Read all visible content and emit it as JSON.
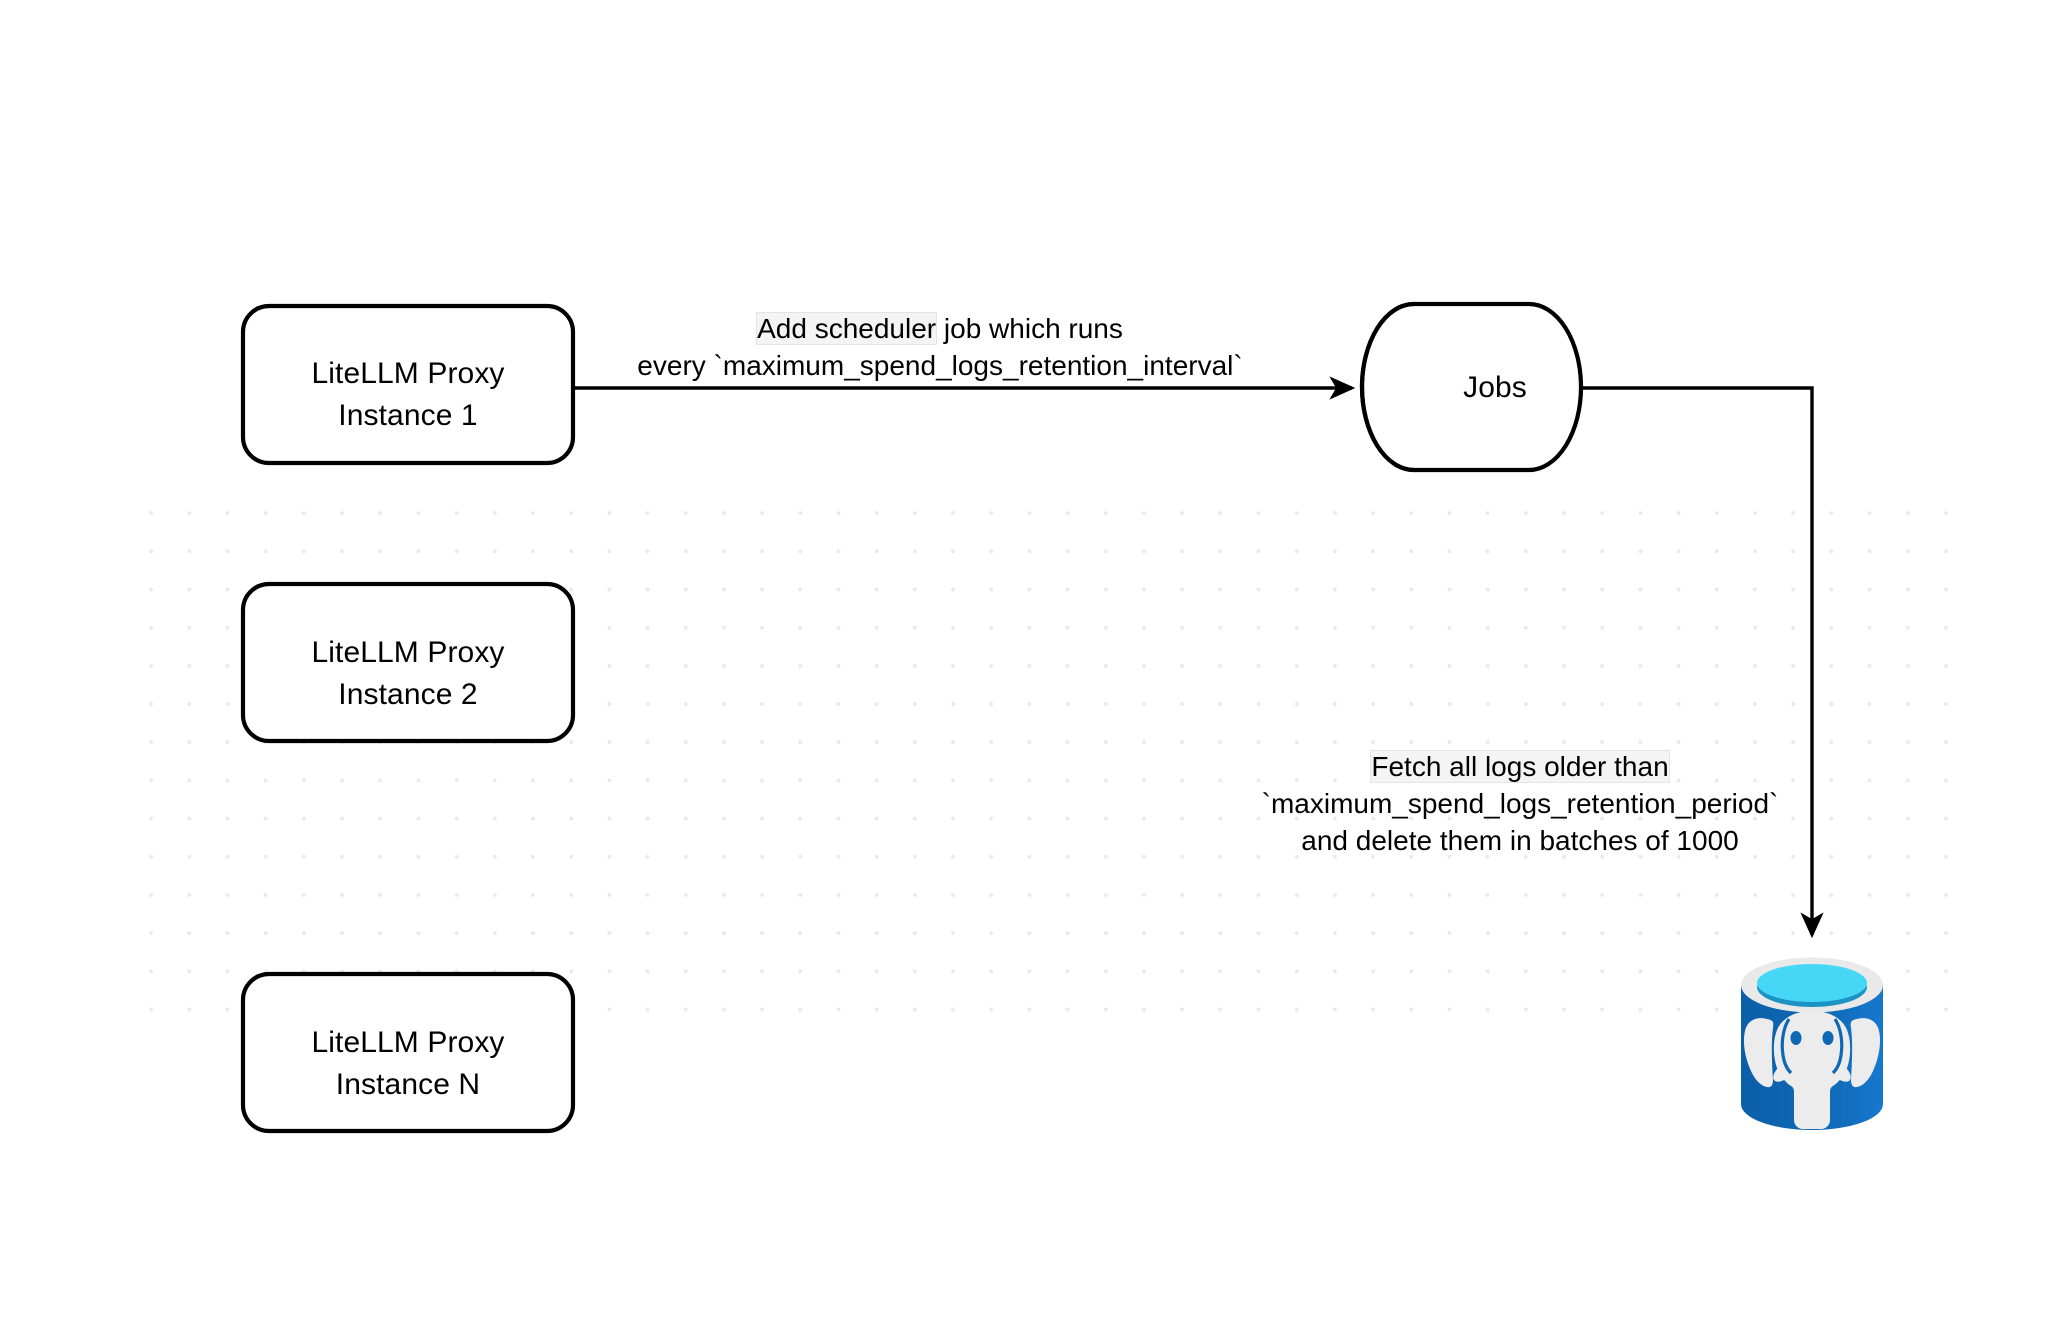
{
  "diagram": {
    "title": "LiteLLM spend logs retention scheduler flow",
    "background_color": "#ffffff",
    "grid_dot_color": "#e9e9ea",
    "stroke_color": "#000000"
  },
  "nodes": {
    "proxy_instances": [
      {
        "id": "proxy-1",
        "line1": "LiteLLM Proxy",
        "line2": "Instance 1"
      },
      {
        "id": "proxy-2",
        "line1": "LiteLLM Proxy",
        "line2": "Instance 2"
      },
      {
        "id": "proxy-n",
        "line1": "LiteLLM Proxy",
        "line2": "Instance N"
      }
    ],
    "jobs_queue": {
      "id": "jobs",
      "label": "Jobs",
      "shape": "cylinder"
    },
    "database": {
      "id": "postgres",
      "icon": "postgresql-icon",
      "colors": {
        "body": "#0d62ad",
        "body_light": "#1475c9",
        "rim": "#e8e8e8",
        "top": "#45d7f5",
        "top_shadow": "#1b93c4",
        "elephant": "#ececec"
      }
    }
  },
  "edges": [
    {
      "id": "scheduler-edge",
      "from": "proxy-1",
      "to": "jobs",
      "caption_line1_highlight": "Add scheduler",
      "caption_line1_rest": " job which runs",
      "caption_line2": "every `maximum_spend_logs_retention_interval`"
    },
    {
      "id": "delete-edge",
      "from": "jobs",
      "to": "postgres",
      "caption_line1_highlight": "Fetch all logs older than",
      "caption_line2": "`maximum_spend_logs_retention_period`",
      "caption_line3": "and delete them in batches of 1000"
    }
  ]
}
